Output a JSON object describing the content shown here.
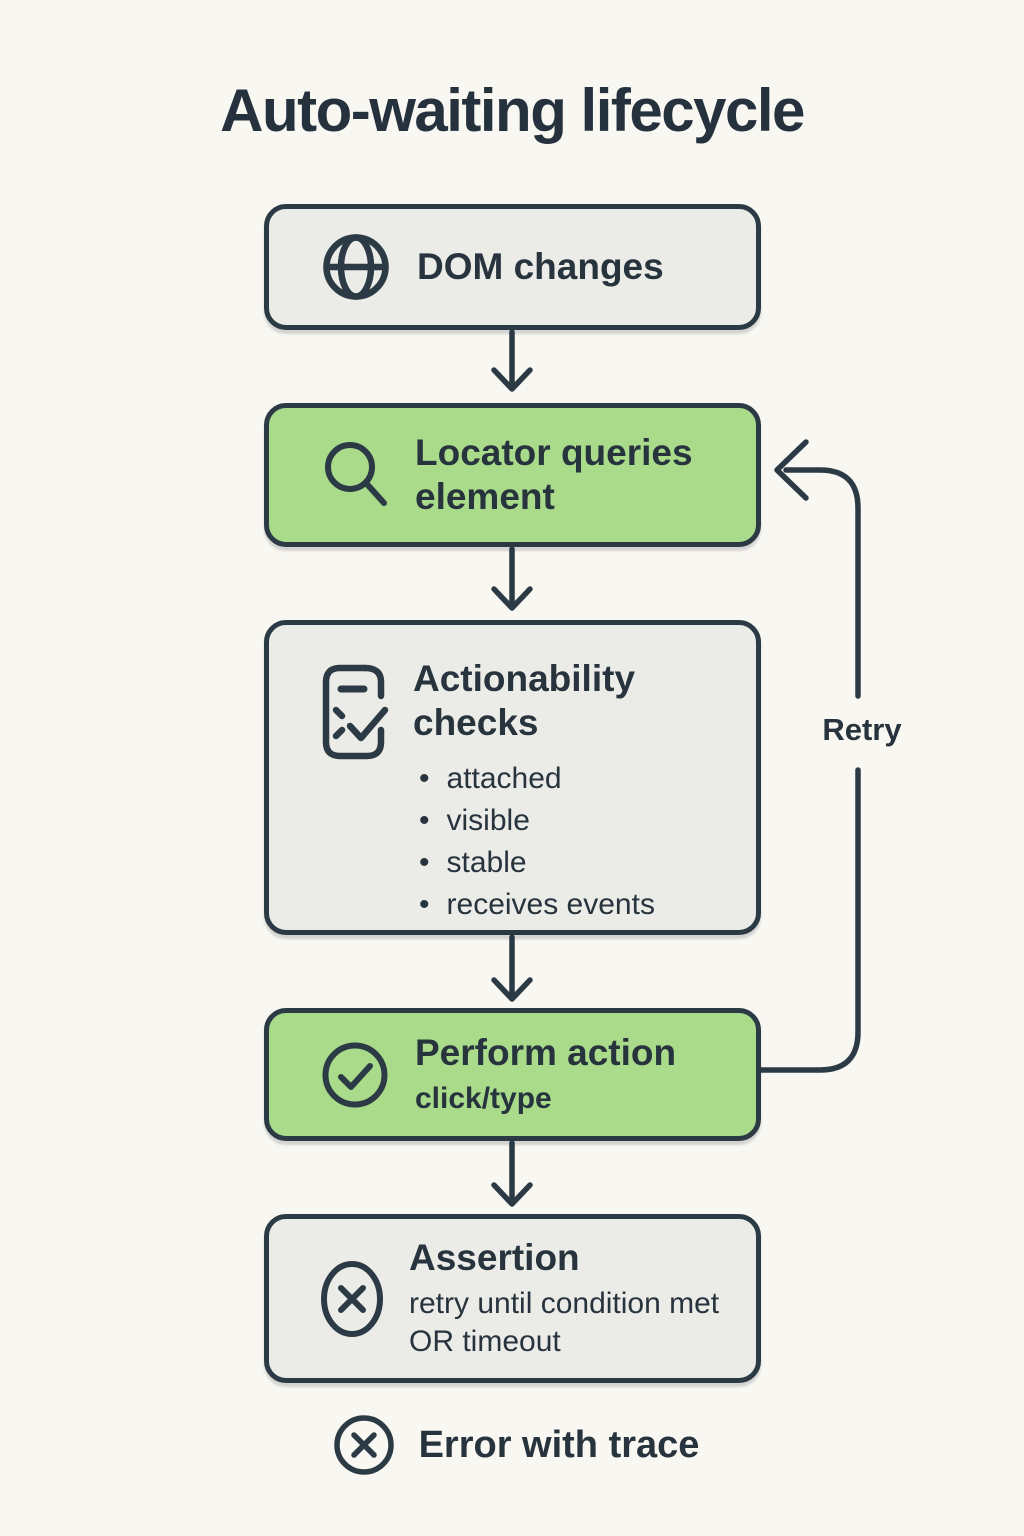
{
  "title": "Auto-waiting lifecycle",
  "colors": {
    "background": "#f8f7f2",
    "node_gray_fill": "#ebebe7",
    "node_green_fill": "#a9db8b",
    "stroke_dark": "#2b3a44",
    "text": "#27333d"
  },
  "flow": {
    "nodes": [
      {
        "label": "DOM changes",
        "icon": "globe-icon",
        "variant": "gray"
      },
      {
        "label": "Locator queries element",
        "icon": "search-icon",
        "variant": "green"
      },
      {
        "label": "Actionability checks",
        "icon": "checklist-icon",
        "variant": "gray",
        "bullets": [
          "attached",
          "visible",
          "stable",
          "receives events"
        ]
      },
      {
        "label": "Perform action",
        "sublabel": "click/type",
        "icon": "check-circle-icon",
        "variant": "green"
      },
      {
        "label": "Assertion",
        "sublabel": "retry until condition met OR timeout",
        "icon": "x-circle-icon",
        "variant": "gray"
      }
    ],
    "retry_label": "Retry",
    "terminal": {
      "label": "Error with trace",
      "icon": "x-circle-icon"
    }
  }
}
